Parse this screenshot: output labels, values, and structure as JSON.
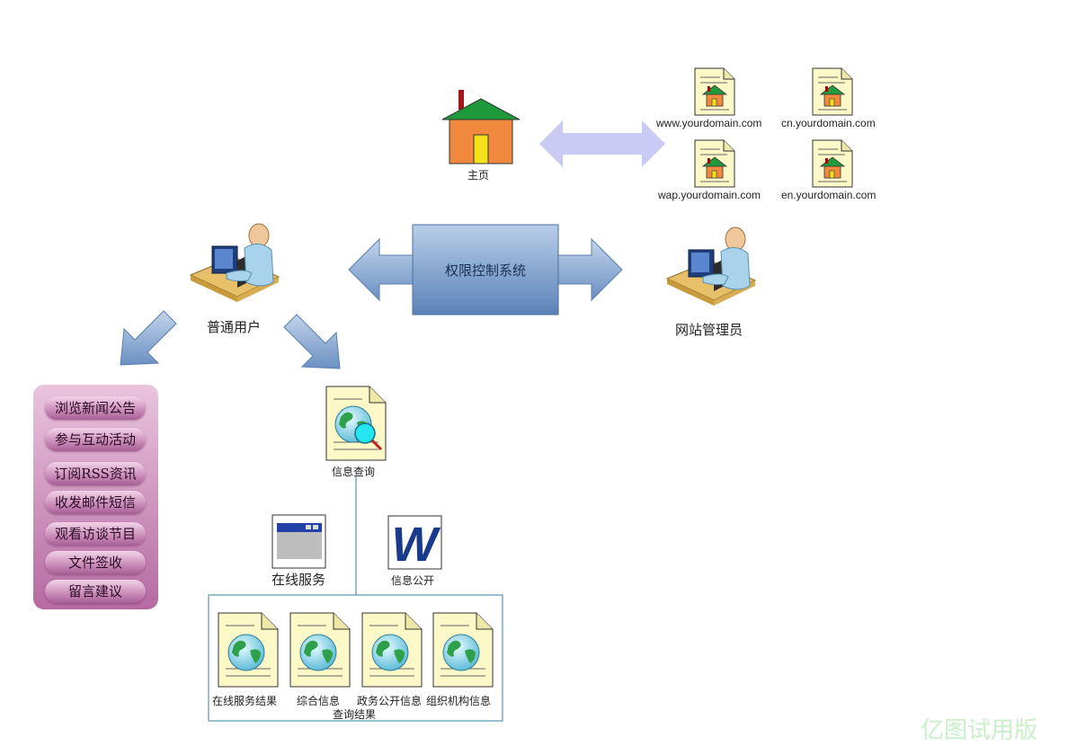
{
  "home": {
    "label": "主页"
  },
  "domains": [
    {
      "label": "www.yourdomain.com"
    },
    {
      "label": "cn.yourdomain.com"
    },
    {
      "label": "wap.yourdomain.com"
    },
    {
      "label": "en.yourdomain.com"
    }
  ],
  "permission_system": {
    "label": "权限控制系统"
  },
  "regular_user": {
    "label": "普通用户"
  },
  "admin": {
    "label": "网站管理员"
  },
  "user_actions": [
    "浏览新闻公告",
    "参与互动活动",
    "订阅RSS资讯",
    "收发邮件短信",
    "观看访谈节目",
    "文件签收",
    "留言建议"
  ],
  "info_query": {
    "label": "信息查询"
  },
  "online_service": {
    "label": "在线服务"
  },
  "info_disclosure": {
    "label": "信息公开"
  },
  "results": {
    "items": [
      "在线服务结果",
      "综合信息",
      "政务公开信息",
      "组织机构信息"
    ],
    "caption": "查询结果"
  },
  "watermark": "亿图试用版",
  "colors": {
    "arrow_blue": "#7fa2cc",
    "double_arrow": "#c9cbf5",
    "panel_pink": "#c888b8",
    "house_body": "#f0883d",
    "house_roof": "#1f9a3a",
    "watermark": "#c9f0c9"
  }
}
